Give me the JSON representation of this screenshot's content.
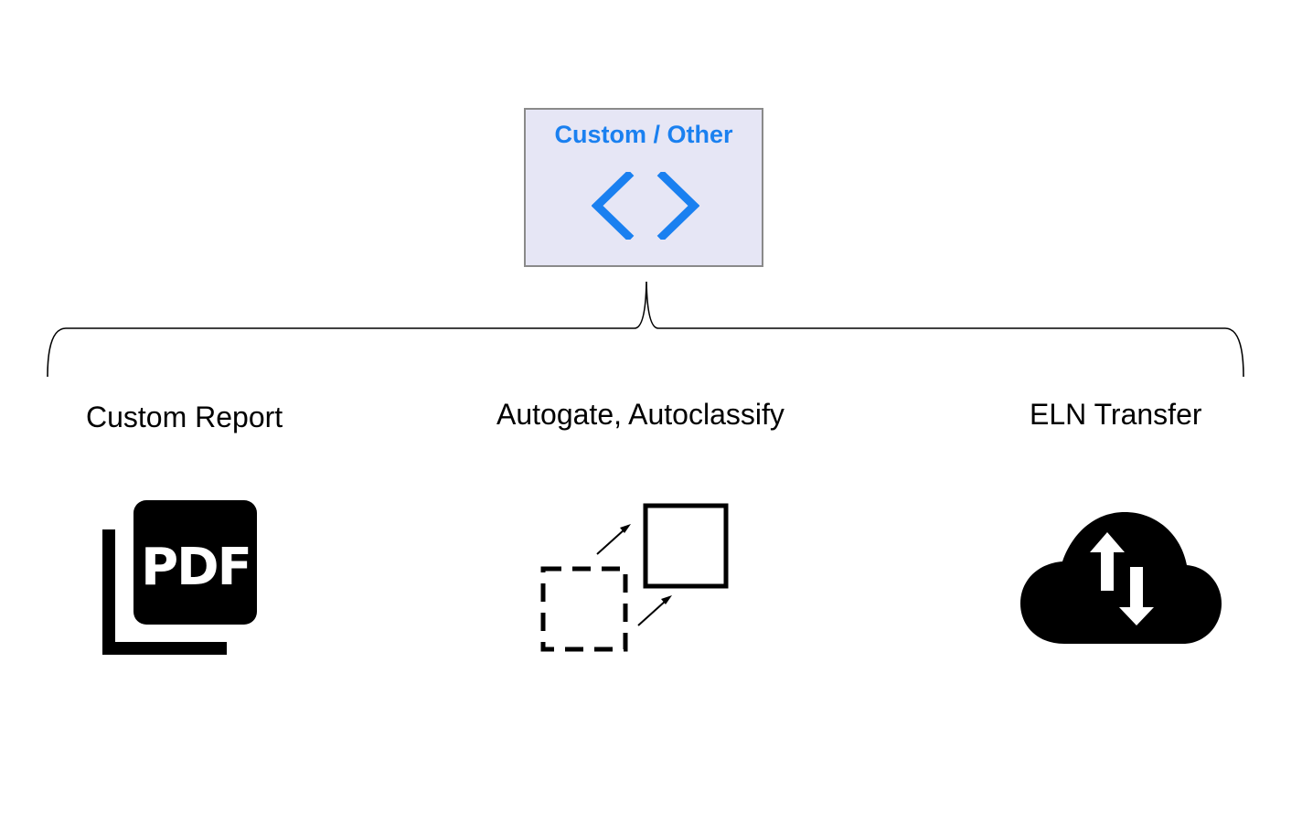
{
  "top_box": {
    "title": "Custom / Other",
    "icon": "code-brackets-icon",
    "accent_color": "#1a80f0",
    "background_color": "#e6e6f5"
  },
  "branches": [
    {
      "label": "Custom Report",
      "icon": "pdf-icon"
    },
    {
      "label": "Autogate, Autoclassify",
      "icon": "autoclassify-icon"
    },
    {
      "label": "ELN Transfer",
      "icon": "cloud-transfer-icon"
    }
  ]
}
